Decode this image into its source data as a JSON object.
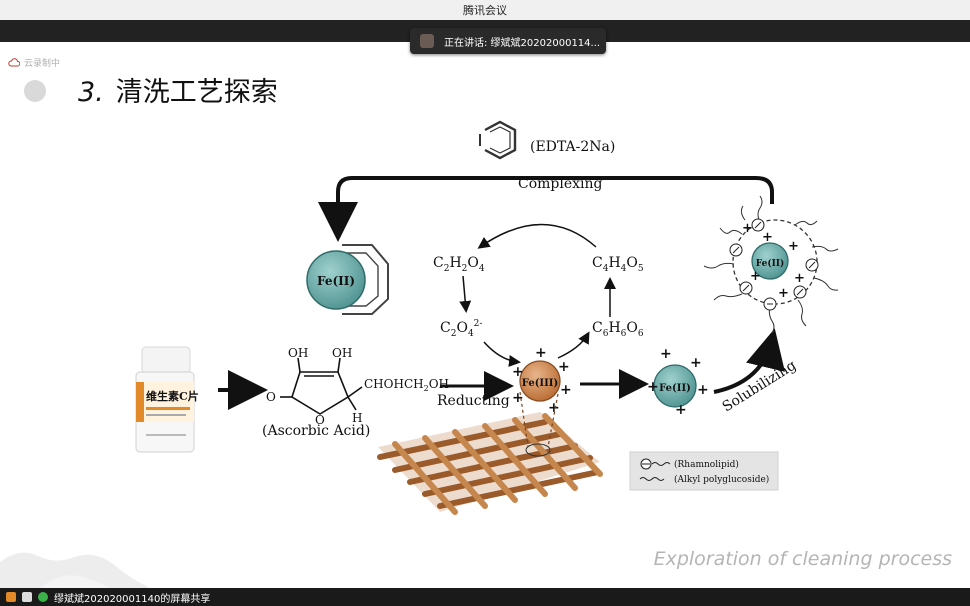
{
  "window": {
    "title": "腾讯会议"
  },
  "speaker": {
    "label": "正在讲话: 缪斌斌20202000114..."
  },
  "recording": {
    "label": "云录制中"
  },
  "slide": {
    "number": "3.",
    "title": "清洗工艺探索",
    "footer": "Exploration of cleaning process"
  },
  "figure": {
    "edta_label": "(EDTA-2Na)",
    "complexing_label": "Complexing",
    "fe2_label": "Fe(II)",
    "fe3_label": "Fe(III)",
    "c2h2o4": [
      "C",
      "2",
      "H",
      "2",
      "O",
      "4"
    ],
    "c4h4o5": [
      "C",
      "4",
      "H",
      "4",
      "O",
      "5"
    ],
    "c2o4": [
      "C",
      "2",
      "O",
      "4",
      "2-"
    ],
    "c6h6o6": [
      "C",
      "6",
      "H",
      "6",
      "O",
      "6"
    ],
    "bottle_label": "维生素C片",
    "oh1": "OH",
    "oh2": "OH",
    "o_label": "O",
    "o_ring": "O",
    "h_label": "H",
    "side_chain": [
      "CHOHCH",
      "2",
      "OH"
    ],
    "ascorbic_label": "(Ascorbic Acid)",
    "reducting_label": "Reducting",
    "solubilizing_label": "Solubilizing",
    "legend": {
      "rhamnolipid": "(Rhamnolipid)",
      "apg": "(Alkyl polyglucoside)"
    },
    "plus": "+"
  },
  "taskbar": {
    "share_label": "缪斌斌202020001140的屏幕共享"
  }
}
